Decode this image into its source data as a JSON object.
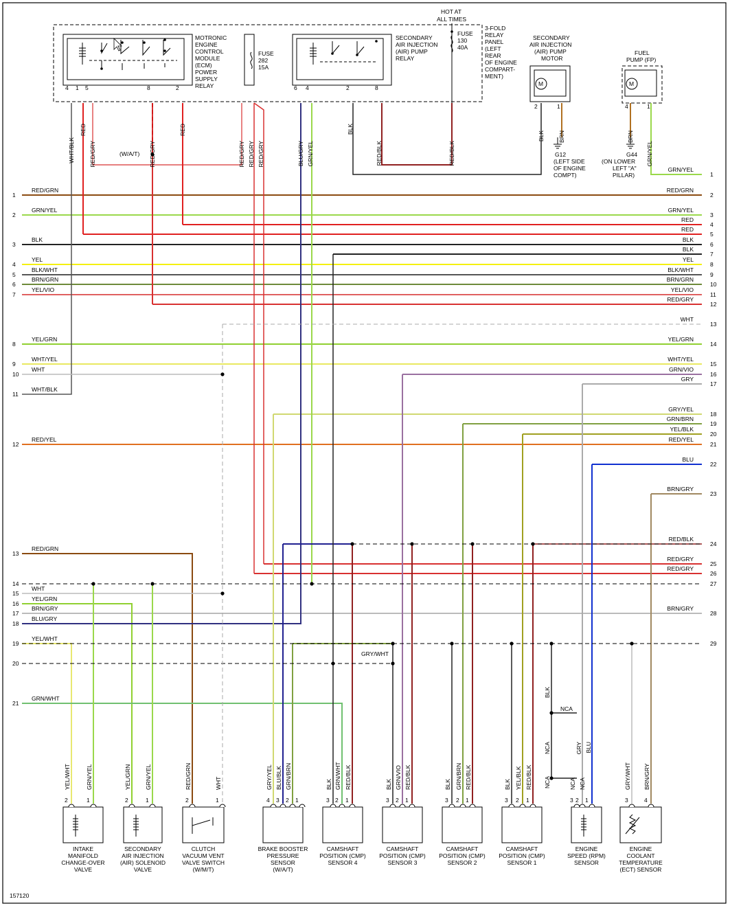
{
  "figure_id": "157120",
  "colors": {
    "RED": "#e02020",
    "RED/GRN": "#8a4a10",
    "GRN/YEL": "#9ad84a",
    "BLK": "#222222",
    "YEL": "#f4f010",
    "BLK/WHT": "#555555",
    "BRN/GRN": "#6e8a3a",
    "YEL/VIO": "#e06060",
    "RED/GRY": "#d83030",
    "WHT": "#bbbbbb",
    "YEL/GRN": "#90d030",
    "WHT/YEL": "#e8e860",
    "GRN/VIO": "#9a70a0",
    "GRY": "#aaaaaa",
    "GRY/YEL": "#d0d870",
    "GRN/BRN": "#80a040",
    "YEL/BLK": "#a0a020",
    "RED/YEL": "#e07020",
    "BLU": "#1030d0",
    "BRN/GRY": "#a08860",
    "RED/BLK": "#902020",
    "BLU/GRY": "#303080",
    "GRY/WHT": "#cccccc",
    "YEL/WHT": "#e8e870",
    "GRN/WHT": "#70c070",
    "WHT/BLK": "#555555",
    "BRN": "#b07020",
    "BLU/BLK": "#202090",
    "GRN/BLK": "#308030",
    "BLU/GRN": "#3060a0"
  },
  "top_components": {
    "ecm_relay": [
      "MOTRONIC",
      "ENGINE",
      "CONTROL",
      "MODULE",
      "(ECM)",
      "POWER",
      "SUPPLY",
      "RELAY"
    ],
    "fuse_282": [
      "FUSE",
      "282",
      "15A"
    ],
    "hot_at_all_times": [
      "HOT AT",
      "ALL TIMES"
    ],
    "air_relay": [
      "SECONDARY",
      "AIR INJECTION",
      "(AIR) PUMP",
      "RELAY"
    ],
    "fuse_130": [
      "FUSE",
      "130",
      "40A"
    ],
    "relay_panel": [
      "3-FOLD",
      "RELAY",
      "PANEL",
      "(LEFT",
      "REAR",
      "OF ENGINE",
      "COMPART-",
      "MENT)"
    ],
    "air_pump_motor": [
      "SECONDARY",
      "AIR INJECTION",
      "(AIR) PUMP",
      "MOTOR"
    ],
    "fuel_pump": [
      "FUEL",
      "PUMP (FP)"
    ],
    "ground_g12": [
      "G12",
      "(LEFT SIDE",
      "OF ENGINE",
      "COMPT)"
    ],
    "ground_g44": [
      "G44",
      "(ON LOWER",
      "LEFT \"A\"",
      "PILLAR)"
    ],
    "mt_note": "(W/A/T)"
  },
  "top_pins": {
    "ecm": [
      "4",
      "1",
      "5",
      "8",
      "2"
    ],
    "air_relay": [
      "6",
      "4",
      "2",
      "8"
    ],
    "air_motor": [
      "2",
      "1"
    ],
    "fuel_pump": [
      "4",
      "1"
    ],
    "motor_symbol": "M"
  },
  "top_wire_labels": [
    "WHT/BLK",
    "RED",
    "RED/GRY",
    "RED/GRY",
    "RED",
    "RED/GRY",
    "RED/GRY",
    "RED/GRY",
    "BLU/GRY",
    "GRN/YEL",
    "BLK",
    "RED/BLK",
    "RED/BLK",
    "BLK",
    "BRN",
    "BRN",
    "GRN/YEL"
  ],
  "left_connectors": [
    {
      "num": "1",
      "label": "RED/GRN"
    },
    {
      "num": "2",
      "label": "GRN/YEL"
    },
    {
      "num": "3",
      "label": "BLK"
    },
    {
      "num": "4",
      "label": "YEL"
    },
    {
      "num": "5",
      "label": "BLK/WHT"
    },
    {
      "num": "6",
      "label": "BRN/GRN"
    },
    {
      "num": "7",
      "label": "YEL/VIO"
    },
    {
      "num": "8",
      "label": "YEL/GRN"
    },
    {
      "num": "9",
      "label": "WHT/YEL"
    },
    {
      "num": "10",
      "label": "WHT"
    },
    {
      "num": "11",
      "label": "WHT/BLK"
    },
    {
      "num": "12",
      "label": "RED/YEL"
    },
    {
      "num": "13",
      "label": "RED/GRN"
    },
    {
      "num": "14",
      "label": ""
    },
    {
      "num": "15",
      "label": "WHT"
    },
    {
      "num": "16",
      "label": "YEL/GRN"
    },
    {
      "num": "17",
      "label": "BRN/GRY"
    },
    {
      "num": "18",
      "label": "BLU/GRY"
    },
    {
      "num": "19",
      "label": "YEL/WHT"
    },
    {
      "num": "20",
      "label": ""
    },
    {
      "num": "21",
      "label": "GRN/WHT"
    }
  ],
  "right_connectors": [
    {
      "num": "1",
      "label": "GRN/YEL"
    },
    {
      "num": "2",
      "label": "RED/GRN"
    },
    {
      "num": "3",
      "label": "GRN/YEL"
    },
    {
      "num": "4",
      "label": "RED"
    },
    {
      "num": "5",
      "label": "RED"
    },
    {
      "num": "6",
      "label": "BLK"
    },
    {
      "num": "7",
      "label": "BLK"
    },
    {
      "num": "8",
      "label": "YEL"
    },
    {
      "num": "9",
      "label": "BLK/WHT"
    },
    {
      "num": "10",
      "label": "BRN/GRN"
    },
    {
      "num": "11",
      "label": "YEL/VIO"
    },
    {
      "num": "12",
      "label": "RED/GRY"
    },
    {
      "num": "13",
      "label": "WHT"
    },
    {
      "num": "14",
      "label": "YEL/GRN"
    },
    {
      "num": "15",
      "label": "WHT/YEL"
    },
    {
      "num": "16",
      "label": "GRN/VIO"
    },
    {
      "num": "17",
      "label": "GRY"
    },
    {
      "num": "18",
      "label": "GRY/YEL"
    },
    {
      "num": "19",
      "label": "GRN/BRN"
    },
    {
      "num": "20",
      "label": "YEL/BLK"
    },
    {
      "num": "21",
      "label": "RED/YEL"
    },
    {
      "num": "22",
      "label": "BLU"
    },
    {
      "num": "23",
      "label": "BRN/GRY"
    },
    {
      "num": "24",
      "label": "RED/BLK"
    },
    {
      "num": "25",
      "label": "RED/GRY"
    },
    {
      "num": "26",
      "label": "RED/GRY"
    },
    {
      "num": "27",
      "label": ""
    },
    {
      "num": "28",
      "label": "BRN/GRY"
    },
    {
      "num": "29",
      "label": ""
    }
  ],
  "bottom_components": [
    {
      "name": [
        "INTAKE",
        "MANIFOLD",
        "CHANGE-OVER",
        "VALVE"
      ],
      "pins": [
        "2",
        "1"
      ],
      "wires": [
        "YEL/WHT",
        "GRN/YEL"
      ]
    },
    {
      "name": [
        "SECONDARY",
        "AIR INJECTION",
        "(AIR) SOLENOID",
        "VALVE"
      ],
      "pins": [
        "2",
        "1"
      ],
      "wires": [
        "YEL/GRN",
        "GRN/YEL"
      ]
    },
    {
      "name": [
        "CLUTCH",
        "VACUUM VENT",
        "VALVE SWITCH",
        "(W/M/T)"
      ],
      "pins": [
        "2",
        "1"
      ],
      "wires": [
        "RED/GRN",
        "WHT"
      ]
    },
    {
      "name": [
        "BRAKE BOOSTER",
        "PRESSURE",
        "SENSOR",
        "(W/A/T)"
      ],
      "pins": [
        "4",
        "3",
        "2",
        "1"
      ],
      "wires": [
        "GRY/YEL",
        "BLU/BLK",
        "GRN/BRN"
      ]
    },
    {
      "name": [
        "CAMSHAFT",
        "POSITION (CMP)",
        "SENSOR 4"
      ],
      "pins": [
        "3",
        "2",
        "1"
      ],
      "wires": [
        "BLK",
        "GRN/WHT",
        "RED/BLK"
      ]
    },
    {
      "name": [
        "CAMSHAFT",
        "POSITION (CMP)",
        "SENSOR 3"
      ],
      "pins": [
        "3",
        "2",
        "1"
      ],
      "wires": [
        "BLK",
        "GRN/VIO",
        "RED/BLK"
      ]
    },
    {
      "name": [
        "CAMSHAFT",
        "POSITION (CMP)",
        "SENSOR 2"
      ],
      "pins": [
        "3",
        "2",
        "1"
      ],
      "wires": [
        "BLK",
        "GRN/BRN",
        "RED/BLK"
      ]
    },
    {
      "name": [
        "CAMSHAFT",
        "POSITION (CMP)",
        "SENSOR 1"
      ],
      "pins": [
        "3",
        "2",
        "1"
      ],
      "wires": [
        "BLK",
        "YEL/BLK",
        "RED/BLK"
      ]
    },
    {
      "name": [
        "ENGINE",
        "SPEED (RPM)",
        "SENSOR"
      ],
      "pins": [
        "3",
        "2",
        "1"
      ],
      "wires": [
        "NCA",
        "NCA"
      ]
    },
    {
      "name": [
        "ENGINE",
        "COOLANT",
        "TEMPERATURE",
        "(ECT) SENSOR"
      ],
      "pins": [
        "3",
        "4"
      ],
      "wires": [
        "GRY/WHT",
        "BRN/GRY"
      ]
    }
  ],
  "misc_labels": {
    "gry_wht": "GRY/WHT",
    "nca": "NCA",
    "blk": "BLK",
    "gry": "GRY",
    "blu": "BLU"
  }
}
